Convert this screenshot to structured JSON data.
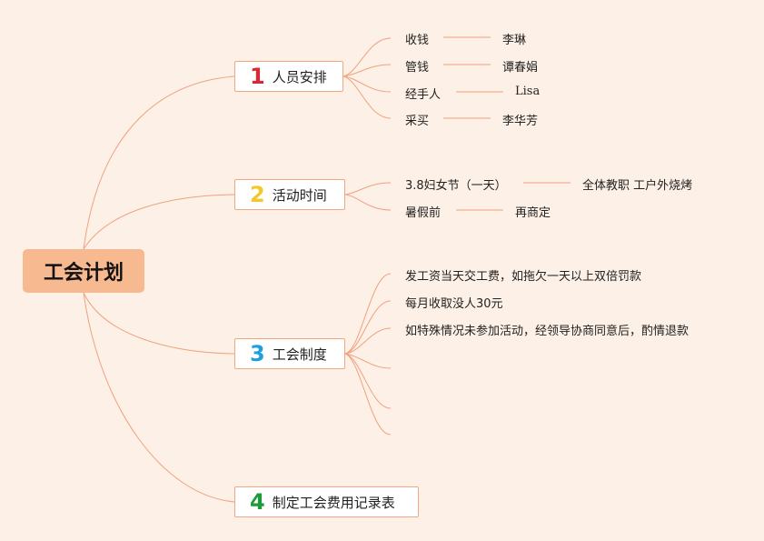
{
  "root": {
    "label": "工会计划"
  },
  "branches": [
    {
      "number": "1",
      "number_color": "#d42a35",
      "label": "人员安排",
      "items": [
        {
          "left": "收钱",
          "right": "李琳"
        },
        {
          "left": "管钱",
          "right": "谭春娟"
        },
        {
          "left": "经手人",
          "right": "Lisa"
        },
        {
          "left": "采买",
          "right": "李华芳"
        }
      ]
    },
    {
      "number": "2",
      "number_color": "#f4c82c",
      "label": "活动时间",
      "items": [
        {
          "left": "3.8妇女节（一天）",
          "right": "全体教职 工户外烧烤"
        },
        {
          "left": "暑假前",
          "right": "再商定"
        }
      ]
    },
    {
      "number": "3",
      "number_color": "#1e9fe0",
      "label": "工会制度",
      "items": [
        {
          "text": "发工资当天交工费，如拖欠一天以上双倍罚款"
        },
        {
          "text": "每月收取没人30元"
        },
        {
          "text": "如特殊情况未参加活动，经领导协商同意后，酌情退款"
        }
      ]
    },
    {
      "number": "4",
      "number_color": "#1f9a3a",
      "label": "制定工会费用记录表",
      "items": []
    }
  ],
  "colors": {
    "line": "#f0a17e",
    "background": "#fdf0e6",
    "root_fill": "#f7b98f"
  }
}
